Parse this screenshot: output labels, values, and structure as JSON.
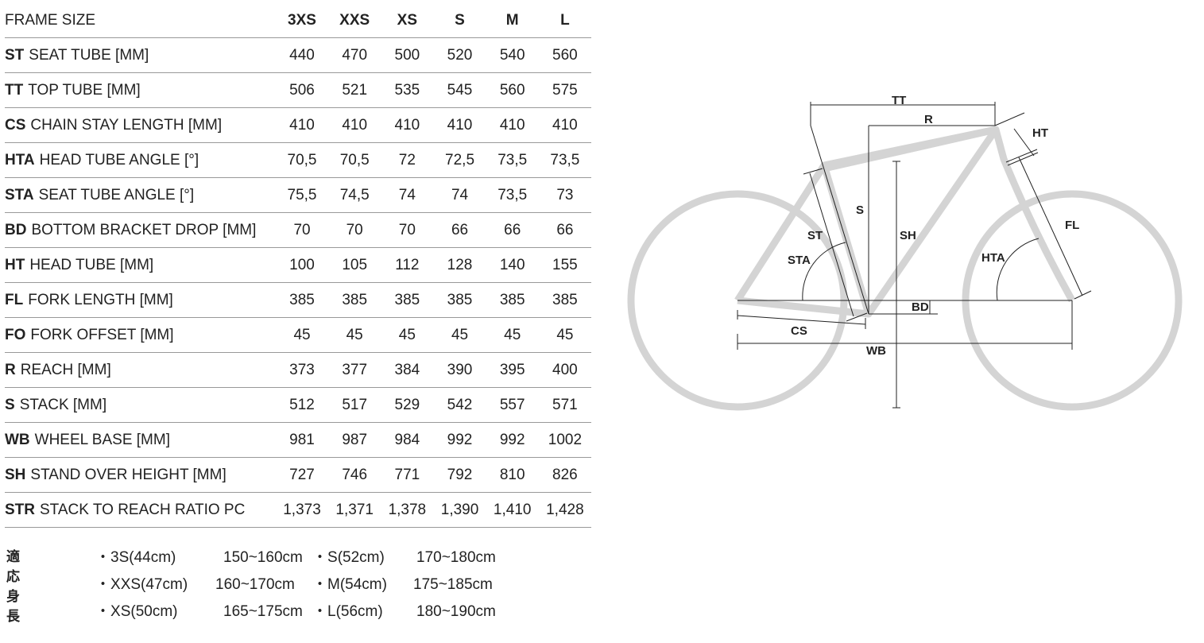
{
  "table": {
    "header": {
      "label": "FRAME SIZE",
      "sizes": [
        "3XS",
        "XXS",
        "XS",
        "S",
        "M",
        "L"
      ]
    },
    "rows": [
      {
        "abbr": "ST",
        "label": "SEAT TUBE [MM]",
        "values": [
          "440",
          "470",
          "500",
          "520",
          "540",
          "560"
        ]
      },
      {
        "abbr": "TT",
        "label": "TOP TUBE [MM]",
        "values": [
          "506",
          "521",
          "535",
          "545",
          "560",
          "575"
        ]
      },
      {
        "abbr": "CS",
        "label": "CHAIN STAY LENGTH [MM]",
        "values": [
          "410",
          "410",
          "410",
          "410",
          "410",
          "410"
        ]
      },
      {
        "abbr": "HTA",
        "label": "HEAD TUBE ANGLE [°]",
        "values": [
          "70,5",
          "70,5",
          "72",
          "72,5",
          "73,5",
          "73,5"
        ]
      },
      {
        "abbr": "STA",
        "label": "SEAT TUBE ANGLE [°]",
        "values": [
          "75,5",
          "74,5",
          "74",
          "74",
          "73,5",
          "73"
        ]
      },
      {
        "abbr": "BD",
        "label": "BOTTOM BRACKET DROP [MM]",
        "values": [
          "70",
          "70",
          "70",
          "66",
          "66",
          "66"
        ]
      },
      {
        "abbr": "HT",
        "label": "HEAD TUBE [MM]",
        "values": [
          "100",
          "105",
          "112",
          "128",
          "140",
          "155"
        ]
      },
      {
        "abbr": "FL",
        "label": "FORK LENGTH [MM]",
        "values": [
          "385",
          "385",
          "385",
          "385",
          "385",
          "385"
        ]
      },
      {
        "abbr": "FO",
        "label": "FORK OFFSET [MM]",
        "values": [
          "45",
          "45",
          "45",
          "45",
          "45",
          "45"
        ]
      },
      {
        "abbr": "R",
        "label": "REACH [MM]",
        "values": [
          "373",
          "377",
          "384",
          "390",
          "395",
          "400"
        ]
      },
      {
        "abbr": "S",
        "label": "STACK [MM]",
        "values": [
          "512",
          "517",
          "529",
          "542",
          "557",
          "571"
        ]
      },
      {
        "abbr": "WB",
        "label": "WHEEL BASE [MM]",
        "values": [
          "981",
          "987",
          "984",
          "992",
          "992",
          "1002"
        ]
      },
      {
        "abbr": "SH",
        "label": "STAND OVER HEIGHT [MM]",
        "values": [
          "727",
          "746",
          "771",
          "792",
          "810",
          "826"
        ]
      },
      {
        "abbr": "STR",
        "label": "STACK TO REACH RATIO PC",
        "values": [
          "1,373",
          "1,371",
          "1,378",
          "1,390",
          "1,410",
          "1,428"
        ]
      }
    ]
  },
  "fit": {
    "title": "適応身長",
    "items": [
      {
        "size": "3S(44cm)",
        "range": "150~160cm"
      },
      {
        "size": "XXS(47cm)",
        "range": "160~170cm"
      },
      {
        "size": "XS(50cm)",
        "range": "165~175cm"
      },
      {
        "size": "S(52cm)",
        "range": "170~180cm"
      },
      {
        "size": "M(54cm)",
        "range": "175~185cm"
      },
      {
        "size": "L(56cm)",
        "range": "180~190cm"
      }
    ]
  },
  "diagram": {
    "labels": {
      "tt": "TT",
      "r": "R",
      "ht": "HT",
      "s": "S",
      "sh": "SH",
      "st": "ST",
      "fl": "FL",
      "sta": "STA",
      "hta": "HTA",
      "bd": "BD",
      "cs": "CS",
      "wb": "WB"
    },
    "colors": {
      "frame": "#d4d4d4",
      "line": "#222222"
    }
  }
}
